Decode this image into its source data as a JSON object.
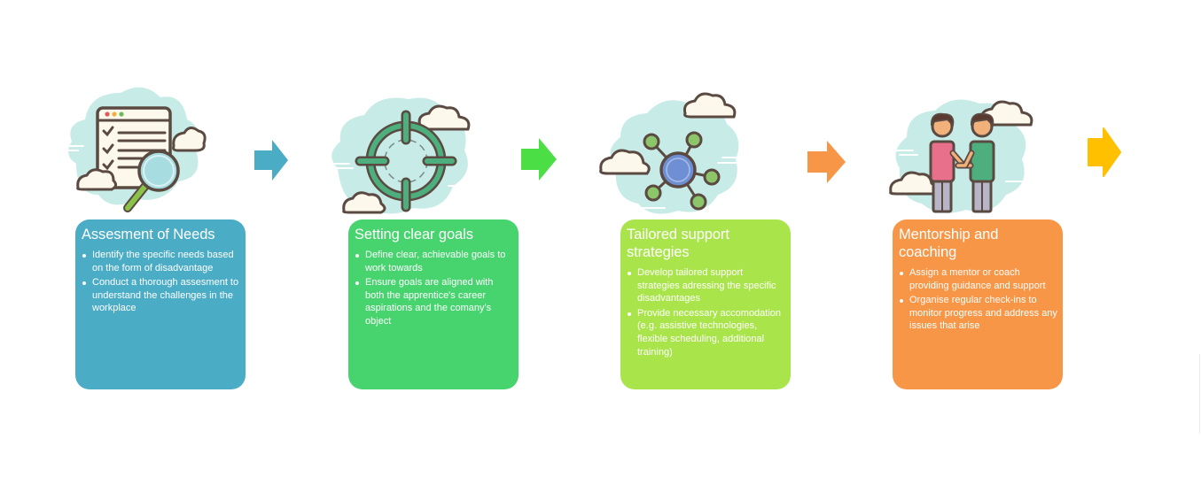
{
  "diagram": {
    "steps": [
      {
        "title": "Assesment of Needs",
        "icon": "checklist-magnifier-icon",
        "color": "#4bacc6",
        "bullets": [
          "Identify the specific needs based on the form of disadvantage",
          "Conduct a thorough assesment to understand the challenges in the workplace"
        ]
      },
      {
        "title": "Setting clear goals",
        "icon": "target-crosshair-icon",
        "color": "#47d46f",
        "bullets": [
          "Define clear, achievable goals to work towards",
          "Ensure goals are aligned with both the apprentice's career aspirations and the comany's object"
        ]
      },
      {
        "title": "Tailored support strategies",
        "icon": "network-hub-icon",
        "color": "#a9e54a",
        "bullets": [
          "Develop tailored support strategies adressing the specific disadvantages",
          "Provide necessary accomodation (e.g. assistive technologies, flexible scheduling, additional training)"
        ]
      },
      {
        "title": "Mentorship and coaching",
        "icon": "handshake-people-icon",
        "color": "#f79646",
        "bullets": [
          "Assign a mentor or coach providing guidance and support",
          "Organise regular check-ins to monitor progress and address any issues that arise"
        ]
      }
    ],
    "arrows": [
      {
        "color": "#4bacc6",
        "icon": "arrow-right-icon"
      },
      {
        "color": "#4cde45",
        "icon": "arrow-right-icon"
      },
      {
        "color": "#f79646",
        "icon": "arrow-right-icon"
      },
      {
        "color": "#ffc000",
        "icon": "arrow-right-icon"
      }
    ],
    "palette": {
      "cloud": "#c7ebe6",
      "small_cloud": "#fdf8ec",
      "outline": "#5a4a42"
    }
  }
}
